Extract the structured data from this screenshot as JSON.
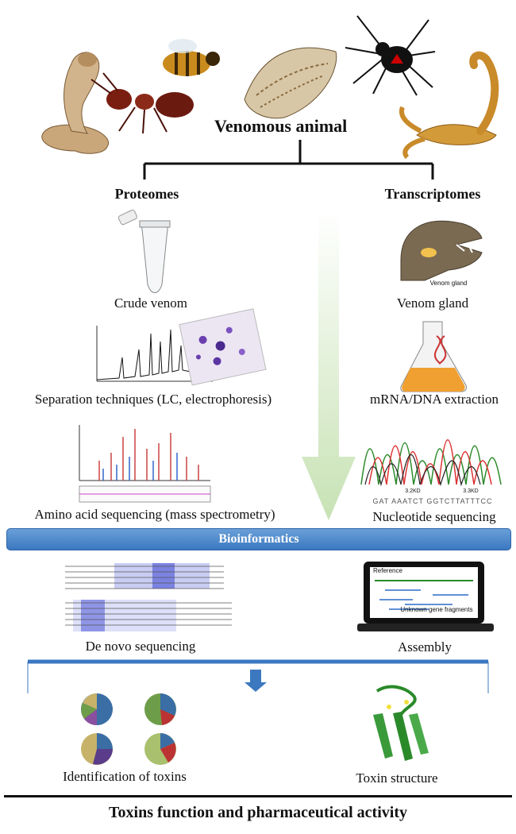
{
  "header": {
    "title": "Venomous animal"
  },
  "branches": {
    "left": "Proteomes",
    "right": "Transcriptomes"
  },
  "proteome_steps": [
    "Crude venom",
    "Separation techniques (LC, electrophoresis)",
    "Amino acid sequencing (mass spectrometry)"
  ],
  "transcriptome_steps": [
    "Venom gland",
    "mRNA/DNA extraction",
    "Nucleotide sequencing"
  ],
  "gland_caption": "Venom gland",
  "bioinformatics": {
    "label": "Bioinformatics"
  },
  "analysis": {
    "denovo": "De novo sequencing",
    "assembly": "Assembly",
    "assembly_reference": "Reference",
    "assembly_unknown": "Unknown gene fragments"
  },
  "outputs": {
    "identification": "Identification of toxins",
    "structure": "Toxin structure"
  },
  "footer": {
    "title": "Toxins function and pharmaceutical activity"
  },
  "sequence": {
    "bases": "GAT AAATCT GGTCTTATTTCC",
    "pos1": "3.2KD",
    "pos2": "3.3KD"
  },
  "colors": {
    "bar": "#3b78c0",
    "arrow": "#cfe6bf",
    "line": "#111111"
  }
}
